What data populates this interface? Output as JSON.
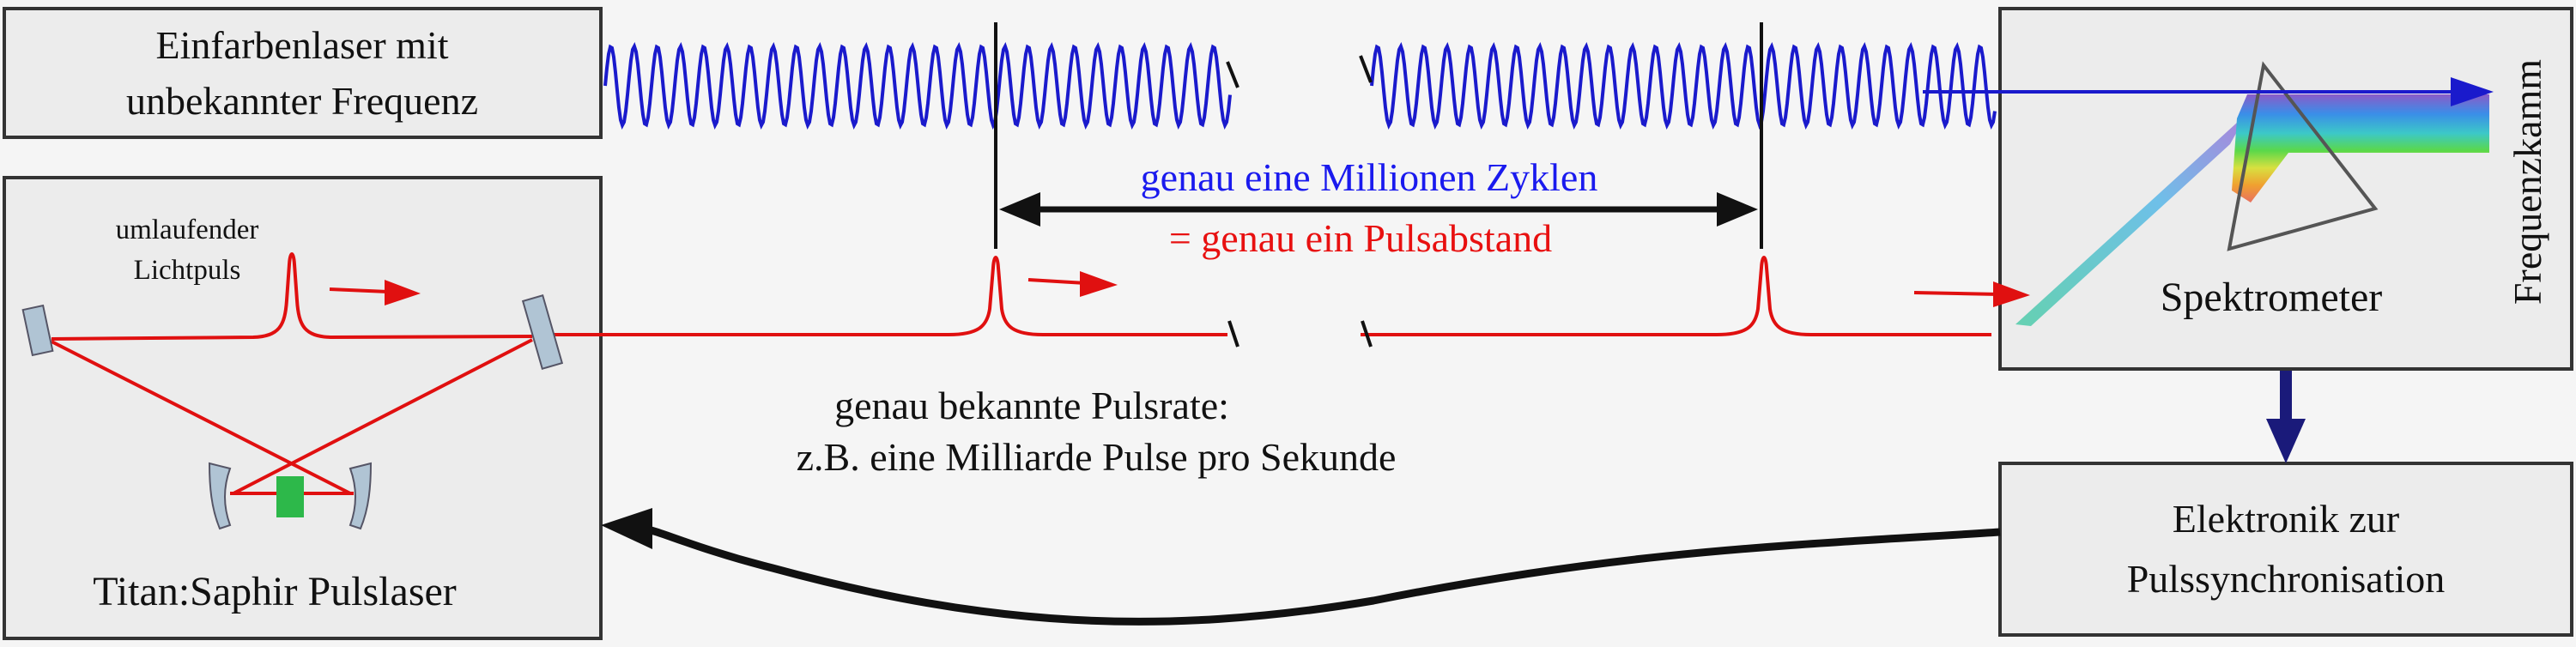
{
  "laser_box": {
    "line1": "Einfarbenlaser mit",
    "line2": "unbekannter Frequenz"
  },
  "pulse_laser": {
    "title": "Titan:Saphir Pulslaser",
    "pulse_label_line1": "umlaufender",
    "pulse_label_line2": "Lichtpuls"
  },
  "spectrometer": {
    "label": "Spektrometer",
    "comb_label": "Frequenzkamm"
  },
  "electronics": {
    "line1": "Elektronik zur",
    "line2": "Pulssynchronisation"
  },
  "measurement": {
    "cycles_label": "genau eine Millionen Zyklen",
    "pulse_spacing_label": "= genau ein Pulsabstand"
  },
  "pulse_rate": {
    "line1": "genau bekannte Pulsrate:",
    "line2": "z.B. eine Milliarde Pulse pro Sekunde"
  },
  "colors": {
    "wave_blue": "#1a1acc",
    "beam_red": "#e01010",
    "label_blue": "#1a1aee",
    "label_red": "#e81010",
    "navy_arrow": "#1a1a7a",
    "box_fill": "#ececec",
    "box_stroke": "#333333",
    "mirror_fill": "#b0c4d4",
    "crystal_green": "#2db84a"
  }
}
